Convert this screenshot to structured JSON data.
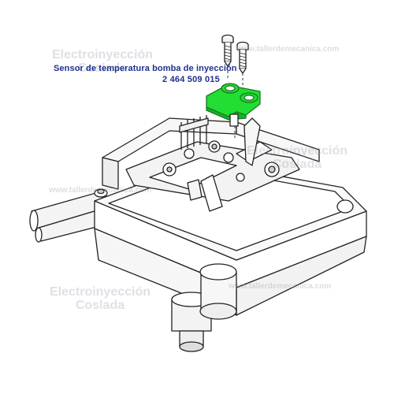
{
  "label": {
    "title": "Sensor de temperatura bomba de inyección",
    "part_number": "2 464 509 015"
  },
  "watermarks": [
    {
      "line1": "Electroinyección",
      "line2": "Coslada"
    },
    {
      "line1": "Electroinyección",
      "line2": "Coslada"
    },
    {
      "line1": "Electroinyección",
      "line2": "Coslada"
    }
  ],
  "watermark_urls": [
    "www.tallerdemecanica.com",
    "www.tallerdemecanica.com",
    "www.tallerdemecanica.com"
  ],
  "colors": {
    "label_text": "#1f2f8f",
    "sensor_highlight": "#22dd33",
    "line": "#222222",
    "watermark": "#9aa0af"
  }
}
